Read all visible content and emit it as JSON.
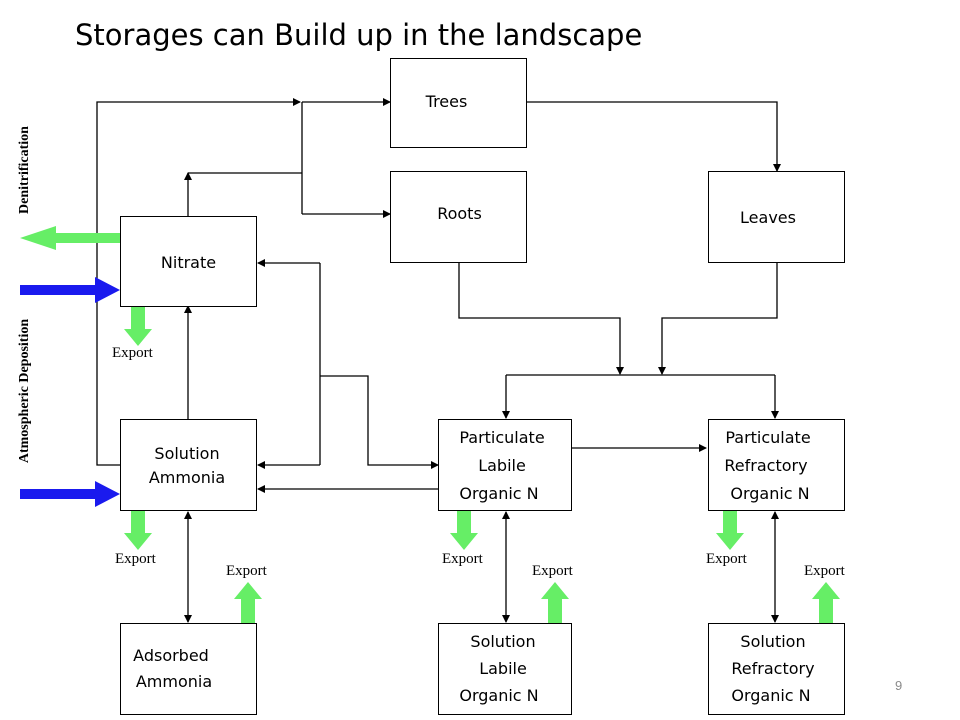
{
  "title": "Storages can Build up in the landscape",
  "page_number": "9",
  "colors": {
    "green_arrow": "#66ee66",
    "blue_arrow": "#1a1aee",
    "line": "#000000"
  },
  "boxes": {
    "trees": [
      "Trees"
    ],
    "roots": [
      "Roots"
    ],
    "leaves": [
      "Leaves"
    ],
    "nitrate": [
      "Nitrate"
    ],
    "solution_ammonia": [
      "Solution",
      "Ammonia"
    ],
    "adsorbed_ammonia": [
      "Adsorbed",
      "Ammonia"
    ],
    "particulate_labile": [
      "Particulate",
      "Labile",
      "Organic N"
    ],
    "particulate_refractory": [
      "Particulate",
      "Refractory",
      "Organic N"
    ],
    "solution_labile": [
      "Solution",
      "Labile",
      "Organic N"
    ],
    "solution_refractory": [
      "Solution",
      "Refractory",
      "Organic N"
    ]
  },
  "side_labels": {
    "denitrification": "Denitrification",
    "atmospheric_deposition": "Atmospheric Deposition"
  },
  "export_label": "Export"
}
